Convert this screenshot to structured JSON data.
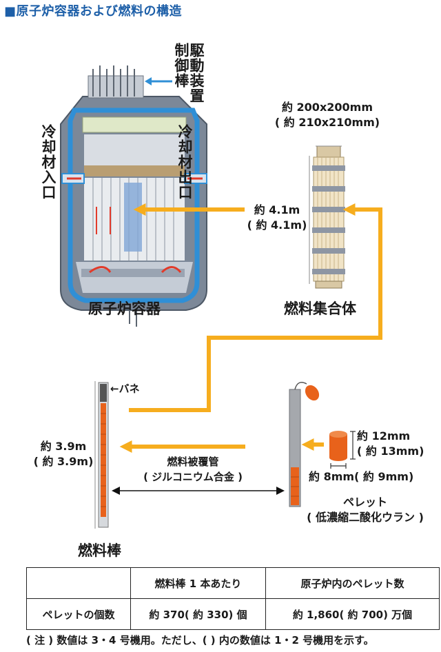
{
  "title": "■原子炉容器および燃料の構造",
  "reactor": {
    "drive_label": "駆動装置",
    "rod_label": "制御棒",
    "inlet_label": "冷却材入口",
    "outlet_label": "冷却材出口",
    "caption": "原子炉容器"
  },
  "assembly": {
    "size_line1": "約 200x200mm",
    "size_line2": "( 約 210x210mm)",
    "length_line1": "約 4.1m",
    "length_line2": "( 約 4.1m)",
    "caption": "燃料集合体"
  },
  "rod": {
    "spring_label": "←バネ",
    "length_line1": "約 3.9m",
    "length_line2": "( 約 3.9m)",
    "cladding_line1": "燃料被覆管",
    "cladding_line2": "( ジルコニウム合金 )",
    "caption": "燃料棒"
  },
  "pellet": {
    "height_line1": "約 12mm",
    "height_line2": "( 約 13mm)",
    "diameter": "約 8mm( 約 9mm)",
    "caption_line1": "ペレット",
    "caption_line2": "( 低濃縮二酸化ウラン )"
  },
  "table": {
    "col1_header": "燃料棒 1 本あたり",
    "col2_header": "原子炉内のペレット数",
    "row_label": "ペレットの個数",
    "per_rod_value": "約 370( 約 330) 個",
    "reactor_value": "約 1,860( 約 700) 万個"
  },
  "note": "( 注 ) 数値は 3・4 号機用。ただし、( ) 内の数値は 1・2 号機用を示す。",
  "colors": {
    "title_blue": "#1d5fa8",
    "arrow_orange": "#f6ad1e",
    "pellet_orange": "#e8621b",
    "coolant_blue": "#2f8fd6"
  }
}
